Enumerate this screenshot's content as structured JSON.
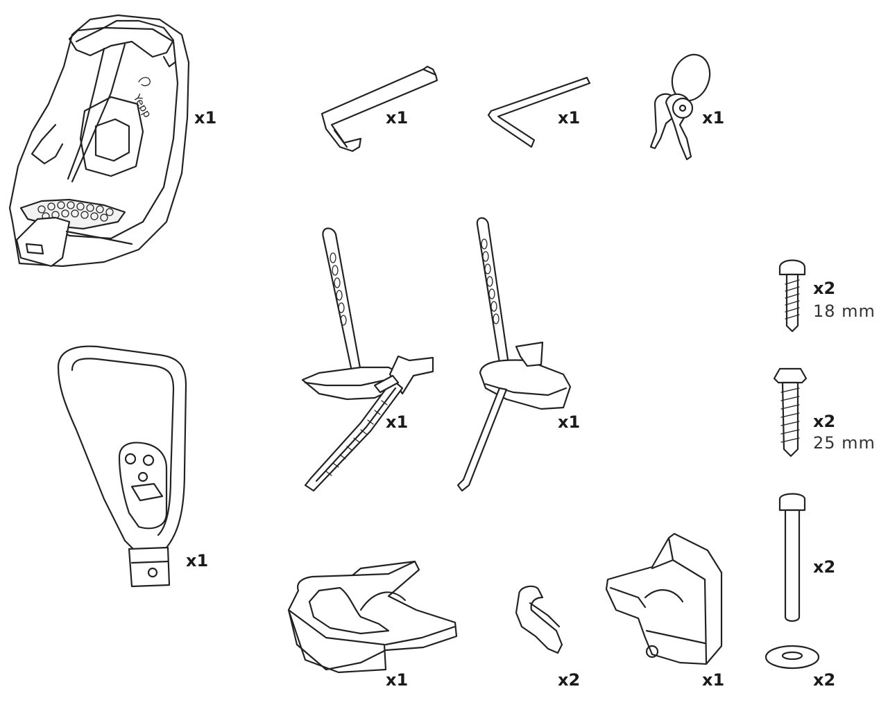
{
  "diagram": {
    "parts": [
      {
        "id": "seat",
        "icon": "child-seat-icon",
        "quantity": "x1",
        "brand": "Yepp"
      },
      {
        "id": "torx-key",
        "icon": "torx-key-icon",
        "quantity": "x1"
      },
      {
        "id": "hex-key",
        "icon": "hex-key-icon",
        "quantity": "x1"
      },
      {
        "id": "keys",
        "icon": "lock-keys-icon",
        "quantity": "x1"
      },
      {
        "id": "footrest-ratchet",
        "icon": "footrest-with-ratchet-strap-icon",
        "quantity": "x1"
      },
      {
        "id": "footrest-rod",
        "icon": "footrest-with-rod-icon",
        "quantity": "x1"
      },
      {
        "id": "screw-18",
        "icon": "screw-short-icon",
        "quantity": "x2",
        "size": "18 mm"
      },
      {
        "id": "screw-25",
        "icon": "screw-long-icon",
        "quantity": "x2",
        "size": "25 mm"
      },
      {
        "id": "handlebar",
        "icon": "handlebar-bumper-icon",
        "quantity": "x1"
      },
      {
        "id": "bolt",
        "icon": "long-bolt-icon",
        "quantity": "x2"
      },
      {
        "id": "adapter-top",
        "icon": "mount-adapter-top-icon",
        "quantity": "x1"
      },
      {
        "id": "shim",
        "icon": "shim-spacer-icon",
        "quantity": "x2"
      },
      {
        "id": "adapter-bottom",
        "icon": "mount-adapter-bottom-icon",
        "quantity": "x1"
      },
      {
        "id": "washer",
        "icon": "washer-icon",
        "quantity": "x2"
      }
    ]
  }
}
